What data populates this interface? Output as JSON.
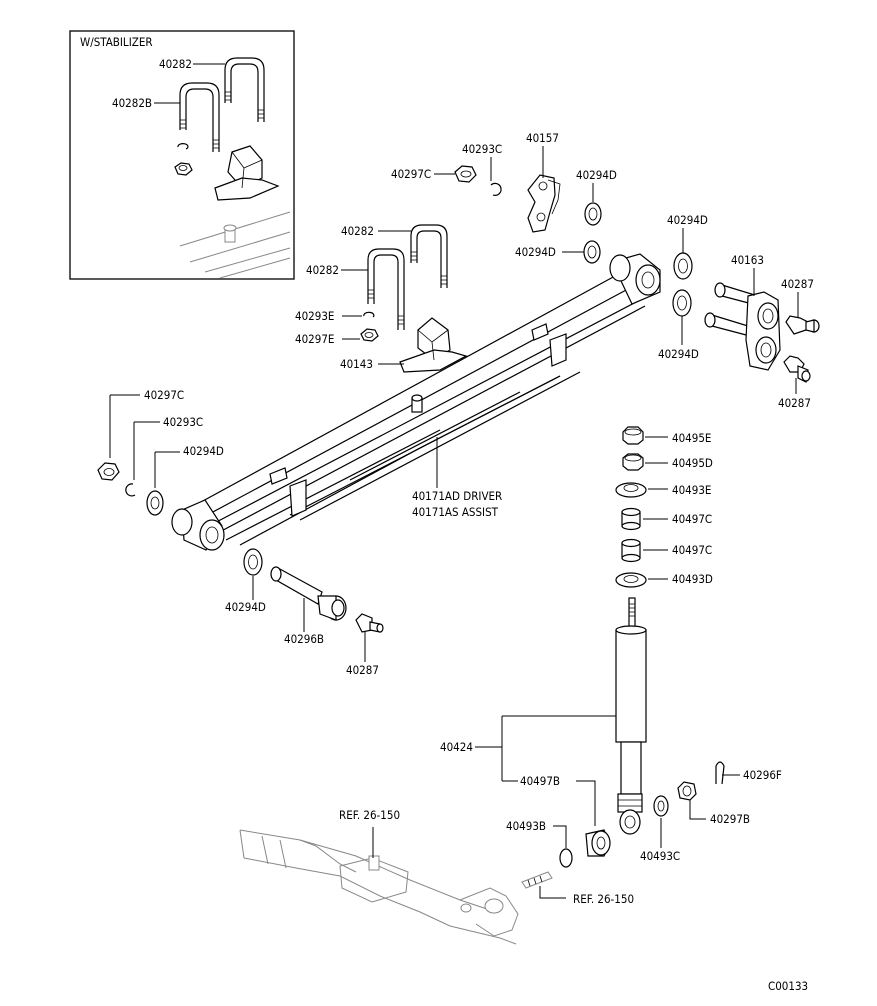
{
  "inset": {
    "title": "W/STABILIZER"
  },
  "labels": {
    "inset_40282": "40282",
    "inset_40282B": "40282B",
    "l_40297C_top": "40297C",
    "l_40293C_top": "40293C",
    "l_40157": "40157",
    "l_40294D_a": "40294D",
    "l_40294D_b": "40294D",
    "l_40294D_c": "40294D",
    "l_40294D_d": "40294D",
    "l_40282_a": "40282",
    "l_40282_b": "40282",
    "l_40163": "40163",
    "l_40287_a": "40287",
    "l_40287_b": "40287",
    "l_40293E": "40293E",
    "l_40297E": "40297E",
    "l_40143": "40143",
    "l_40297C_left": "40297C",
    "l_40293C_left": "40293C",
    "l_40294D_left": "40294D",
    "l_40171AD": "40171AD DRIVER",
    "l_40171AS": "40171AS ASSIST",
    "l_40495E": "40495E",
    "l_40495D": "40495D",
    "l_40493E": "40493E",
    "l_40497C_a": "40497C",
    "l_40497C_b": "40497C",
    "l_40493D": "40493D",
    "l_40294D_bottom": "40294D",
    "l_40296B": "40296B",
    "l_40287_c": "40287",
    "l_40424": "40424",
    "l_40497B": "40497B",
    "l_40296F": "40296F",
    "l_40297B": "40297B",
    "l_40493B": "40493B",
    "l_40493C": "40493C",
    "l_ref1": "REF. 26-150",
    "l_ref2": "REF. 26-150",
    "code": "C00133"
  }
}
